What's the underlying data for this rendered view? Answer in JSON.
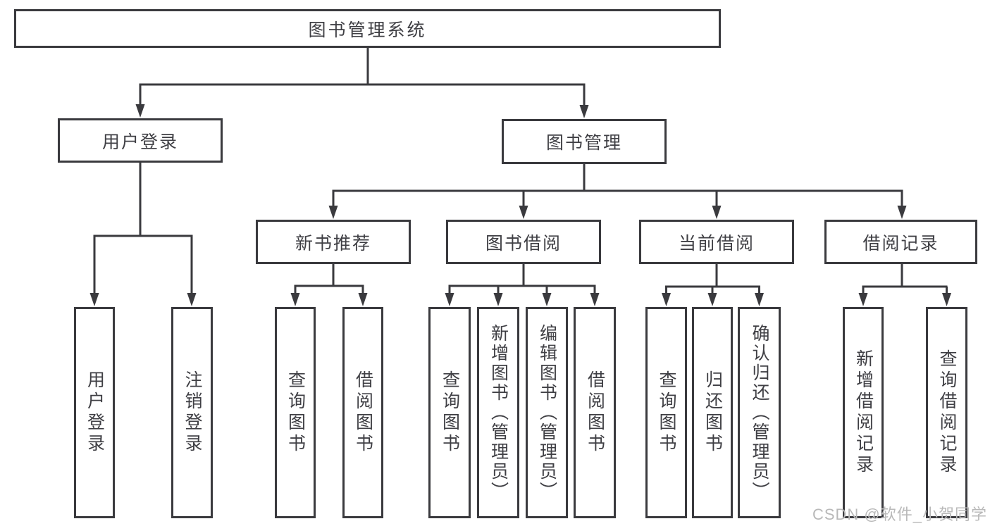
{
  "tree": {
    "label": "图书管理系统",
    "children": [
      {
        "label": "用户登录",
        "children": [
          {
            "label": "用户登录"
          },
          {
            "label": "注销登录"
          }
        ]
      },
      {
        "label": "图书管理",
        "children": [
          {
            "label": "新书推荐",
            "children": [
              {
                "label": "查询图书"
              },
              {
                "label": "借阅图书"
              }
            ]
          },
          {
            "label": "图书借阅",
            "children": [
              {
                "label": "查询图书"
              },
              {
                "label": "新增图书（管理员）"
              },
              {
                "label": "编辑图书（管理员）"
              },
              {
                "label": "借阅图书"
              }
            ]
          },
          {
            "label": "当前借阅",
            "children": [
              {
                "label": "查询图书"
              },
              {
                "label": "归还图书"
              },
              {
                "label": "确认归还（管理员）"
              }
            ]
          },
          {
            "label": "借阅记录",
            "children": [
              {
                "label": "新增借阅记录"
              },
              {
                "label": "查询借阅记录"
              }
            ]
          }
        ]
      }
    ]
  },
  "colors": {
    "line": "#3a3a3e",
    "text": "#3f3f44",
    "watermark": "#b9b9b9"
  },
  "watermark": "CSDN @软件_小贺同学"
}
